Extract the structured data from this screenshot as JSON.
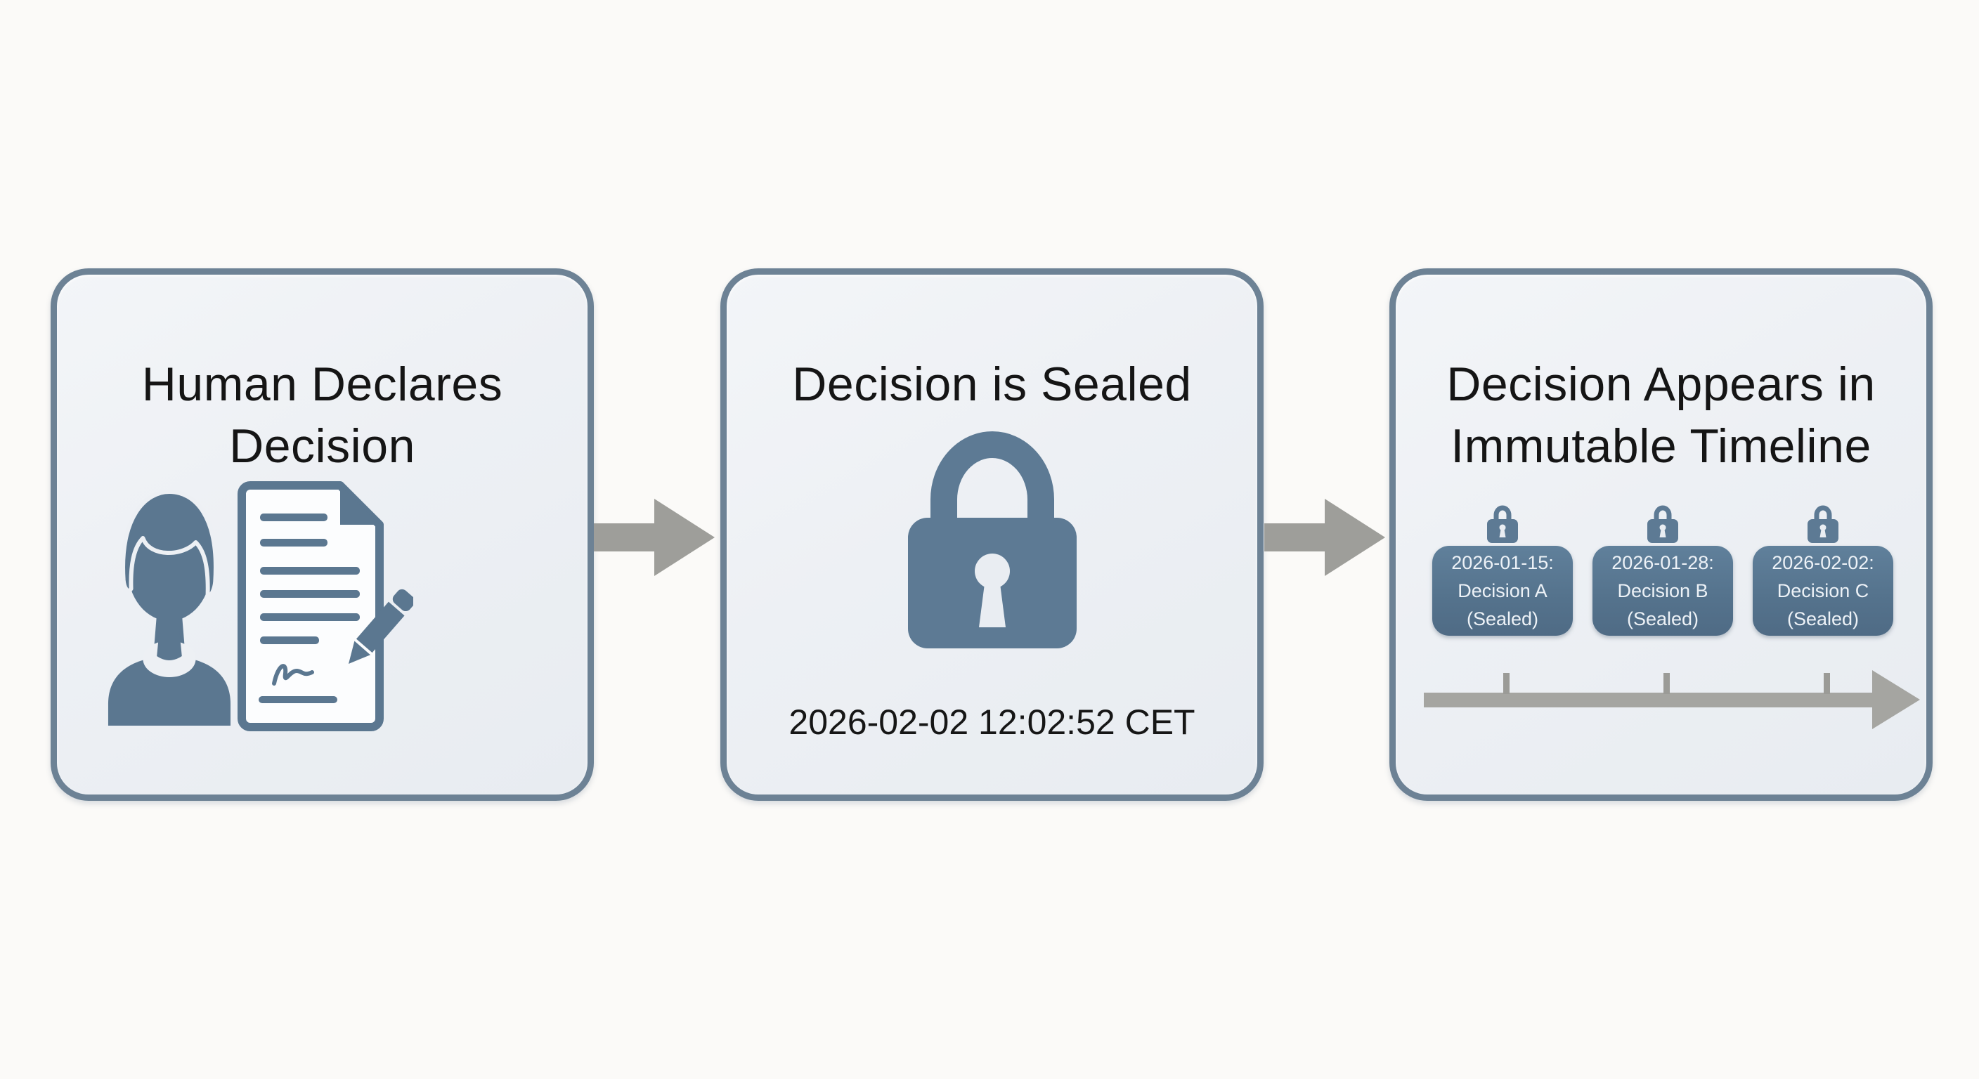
{
  "page": {
    "background": "#fbfaf8"
  },
  "flow": {
    "step1": {
      "title_line1": "Human Declares",
      "title_line2": "Decision",
      "icons": [
        "person-icon",
        "signed-document-icon",
        "pencil-icon"
      ]
    },
    "step2": {
      "title": "Decision is Sealed",
      "icon": "padlock-icon",
      "timestamp": "2026-02-02 12:02:52 CET"
    },
    "step3": {
      "title_line1": "Decision Appears in",
      "title_line2": "Immutable Timeline",
      "icon": "timeline-arrow-icon",
      "events": [
        {
          "lock_icon": "small-padlock-icon",
          "date": "2026-01-15:",
          "name": "Decision A",
          "status": "(Sealed)"
        },
        {
          "lock_icon": "small-padlock-icon",
          "date": "2026-01-28:",
          "name": "Decision B",
          "status": "(Sealed)"
        },
        {
          "lock_icon": "small-padlock-icon",
          "date": "2026-02-02:",
          "name": "Decision C",
          "status": "(Sealed)"
        }
      ]
    },
    "connector_icons": [
      "right-arrow-icon",
      "right-arrow-icon"
    ]
  },
  "colors": {
    "panel_border": "#6d8295",
    "panel_background": "#edf0f4",
    "icon_slate": "#5b7790",
    "badge_background": "#57738c",
    "badge_text": "#edf2f7",
    "title_text": "#151515",
    "flow_arrow": "#9e9e9a",
    "timeline_arrow": "#a5a5a1",
    "keyhole_light": "#e9edf2"
  }
}
